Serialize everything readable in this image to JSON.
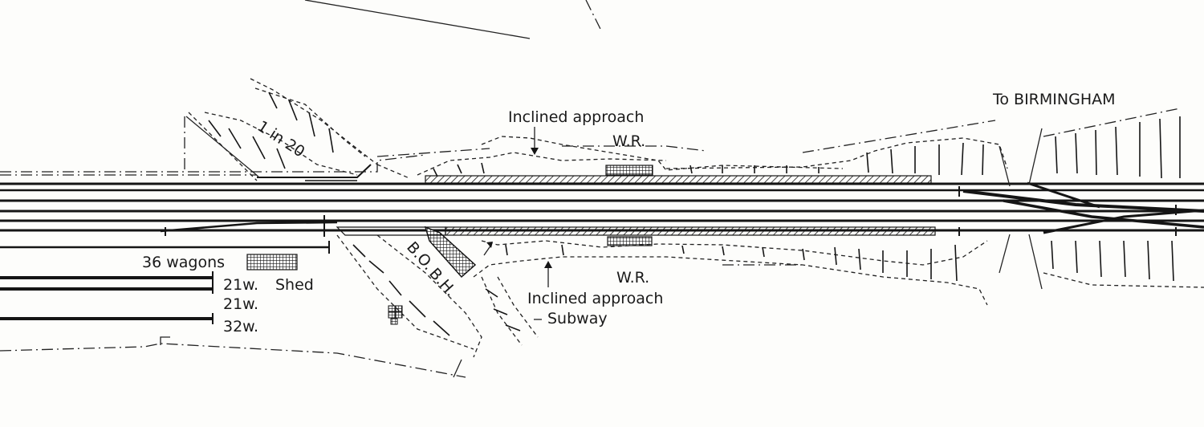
{
  "labels": {
    "to_birmingham": "To BIRMINGHAM",
    "inclined_approach_top": "Inclined approach",
    "wr_top": "W.R.",
    "gradient": "1 in 20",
    "wagons_36": "36 wagons",
    "siding_21_a": "21w.",
    "shed": "Shed",
    "siding_21_b": "21w.",
    "siding_32": "32w.",
    "bo": "B.O.",
    "bh": "B.H.",
    "wr_bottom": "W.R.",
    "inclined_approach_bottom": "Inclined approach",
    "subway": "Subway"
  },
  "colors": {
    "ink": "#151515",
    "paper": "#fdfdfb"
  }
}
